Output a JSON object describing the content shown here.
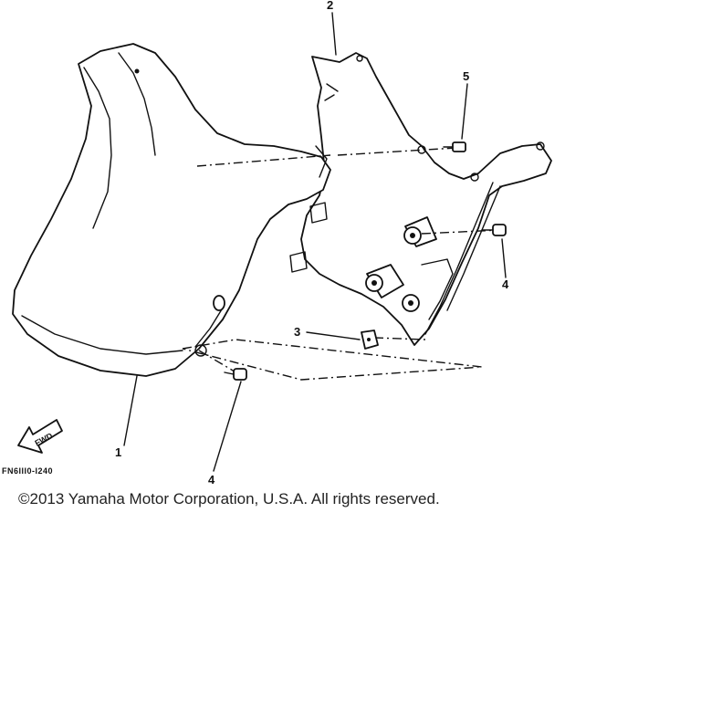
{
  "diagram": {
    "callouts": {
      "c1": "1",
      "c2": "2",
      "c3": "3",
      "c4a": "4",
      "c4b": "4",
      "c5": "5"
    },
    "fwd_label": "FWD",
    "figure_code": "FN6III0-I240"
  },
  "footer": {
    "copyright": "©2013 Yamaha Motor Corporation, U.S.A. All rights reserved."
  }
}
